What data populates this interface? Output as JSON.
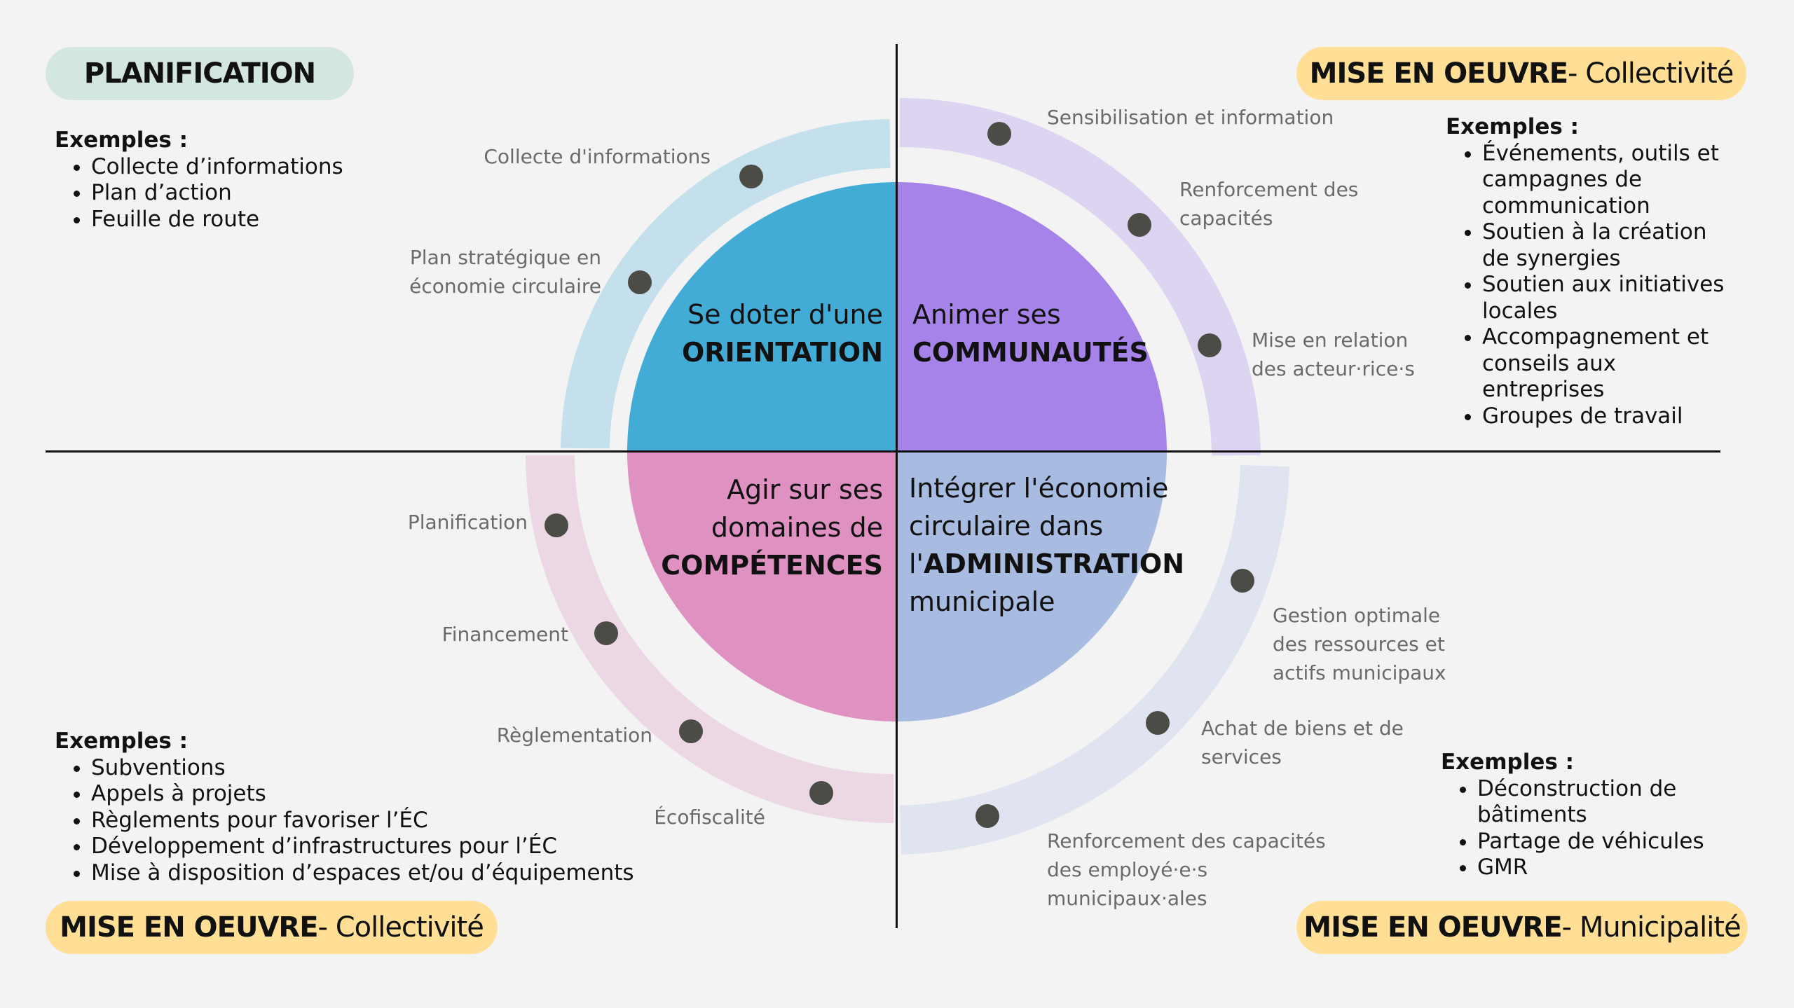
{
  "colors": {
    "background": "#f3f3f3",
    "orientation_quadrant": "#43acd6",
    "communautes_quadrant": "#a583e9",
    "competences_quadrant": "#df92c2",
    "administration_quadrant": "#a8bbe0",
    "ring_orientation": "#c3e0ec",
    "ring_communautes": "#ddd4f2",
    "ring_competences": "#ecd8e4",
    "ring_administration": "#e0e4f0",
    "dot": "#4c4c47",
    "pill_green": "#d3e6df",
    "pill_yellow": "#ffdf96"
  },
  "quadrants": {
    "top_left": {
      "pill": {
        "bold": "PLANIFICATION",
        "rest": ""
      },
      "examples_title": "Exemples :",
      "examples": [
        "Collecte d’informations",
        "Plan d’action",
        "Feuille de route"
      ],
      "circle_line1": "Se doter d'une",
      "circle_bold": "ORIENTATION",
      "ring_labels": [
        "Collecte d'informations",
        "Plan stratégique en",
        "économie circulaire"
      ]
    },
    "top_right": {
      "pill": {
        "bold": "MISE EN OEUVRE",
        "rest": " - Collectivité"
      },
      "examples_title": "Exemples :",
      "examples": [
        "Événements, outils et campagnes de communication",
        "Soutien à la création de synergies",
        "Soutien aux initiatives locales",
        "Accompagnement et conseils aux entreprises",
        "Groupes de travail"
      ],
      "circle_line1": "Animer ses",
      "circle_bold": "COMMUNAUTÉS",
      "ring_labels": [
        "Sensibilisation et information",
        "Renforcement des",
        "capacités",
        "Mise en relation",
        "des acteur·rice·s"
      ]
    },
    "bottom_left": {
      "pill": {
        "bold": "MISE EN OEUVRE",
        "rest": " - Collectivité"
      },
      "examples_title": "Exemples :",
      "examples": [
        "Subventions",
        "Appels à projets",
        "Règlements pour favoriser l’ÉC",
        "Développement d’infrastructures pour l’ÉC",
        "Mise à disposition d’espaces et/ou d’équipements"
      ],
      "circle_line1": "Agir sur ses",
      "circle_line2": "domaines de",
      "circle_bold": "COMPÉTENCES",
      "ring_labels": [
        "Planification",
        "Financement",
        "Règlementation",
        "Écofiscalité"
      ]
    },
    "bottom_right": {
      "pill": {
        "bold": "MISE EN OEUVRE",
        "rest": " - Municipalité"
      },
      "examples_title": "Exemples :",
      "examples": [
        "Déconstruction de bâtiments",
        "Partage de véhicules",
        "GMR"
      ],
      "circle_line1": "Intégrer l'économie",
      "circle_line2": "circulaire dans",
      "circle_prefix": "l'",
      "circle_bold": "ADMINISTRATION",
      "circle_line4": "municipale",
      "ring_labels": [
        "Gestion optimale",
        "des ressources et",
        "actifs municipaux",
        "Achat de biens et de",
        "services",
        "Renforcement des capacités",
        "des employé·e·s",
        "municipaux·ales"
      ]
    }
  }
}
